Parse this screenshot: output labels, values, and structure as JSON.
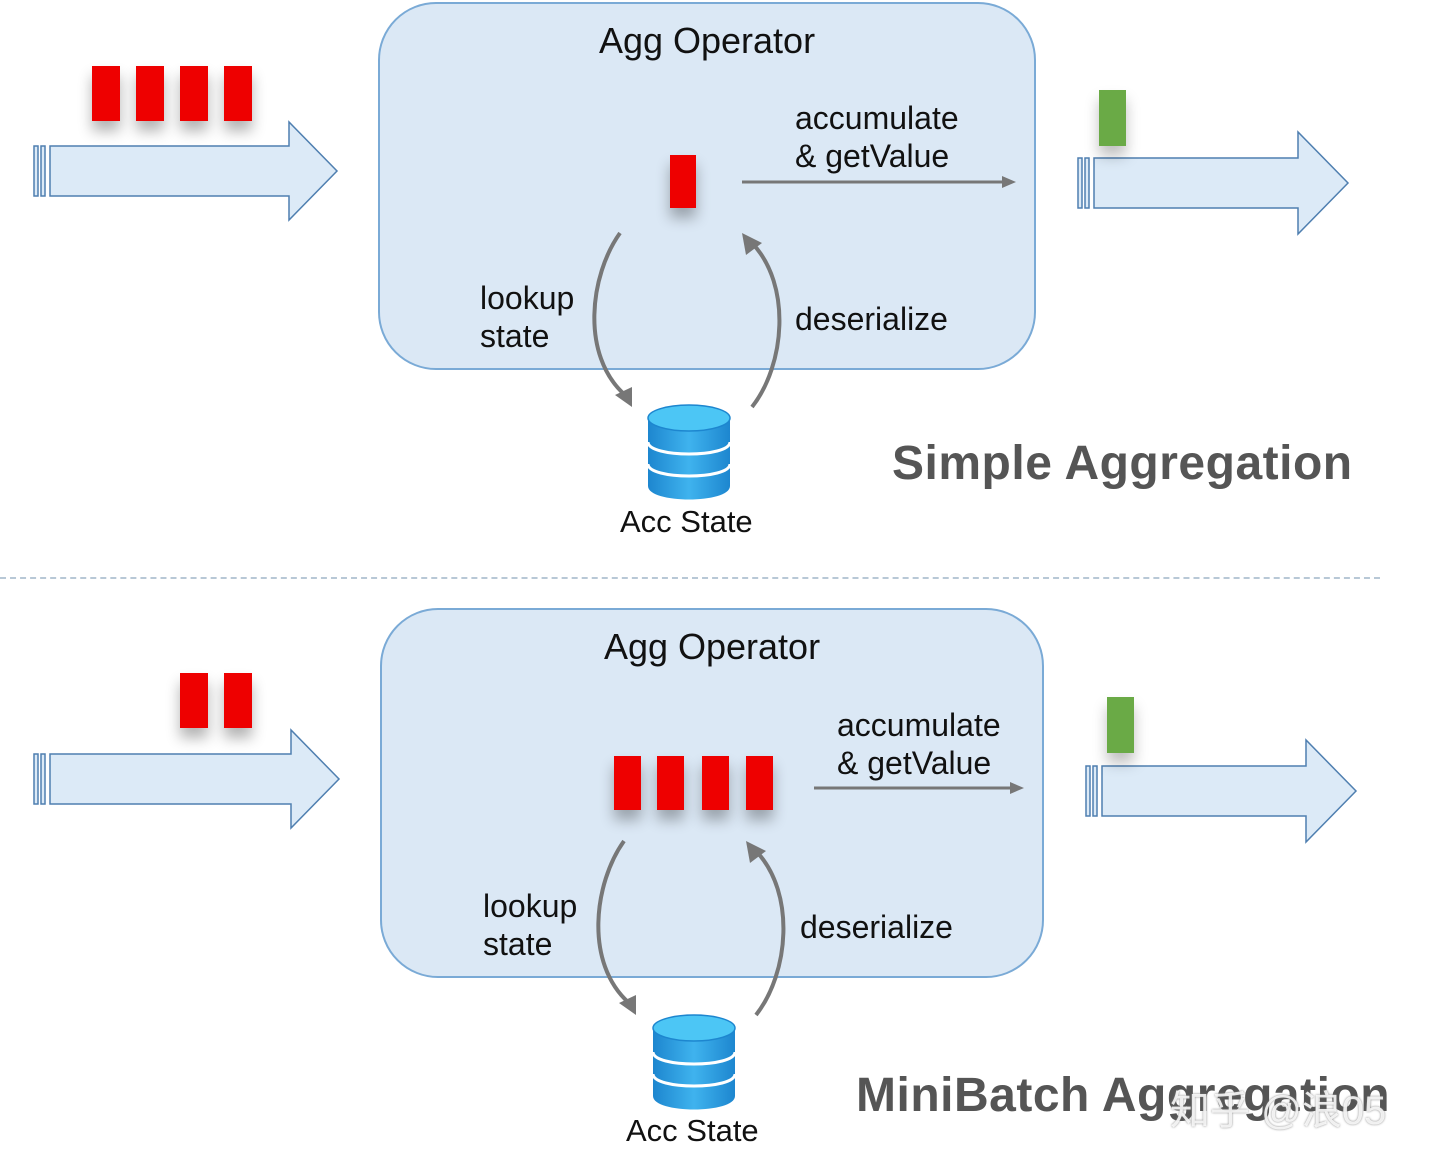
{
  "simple": {
    "title": "Simple Aggregation",
    "operator_title": "Agg Operator",
    "accumulate_line1": "accumulate",
    "accumulate_line2": "& getValue",
    "lookup_line1": "lookup",
    "lookup_line2": "state",
    "deserialize": "deserialize",
    "state_label": "Acc State",
    "input_records": 4,
    "processing_records": 1,
    "output_records": 1
  },
  "minibatch": {
    "title": "MiniBatch Aggregation",
    "operator_title": "Agg Operator",
    "accumulate_line1": "accumulate",
    "accumulate_line2": "& getValue",
    "lookup_line1": "lookup",
    "lookup_line2": "state",
    "deserialize": "deserialize",
    "state_label": "Acc State",
    "input_records": 2,
    "processing_records": 4,
    "output_records": 1
  },
  "watermark": "知乎 @浪05",
  "colors": {
    "record": "#ee0000",
    "output_record": "#6aaa46",
    "operator_fill": "#dbe8f5",
    "operator_border": "#7aaad6",
    "stream_arrow_fill": "#dceaf7",
    "stream_arrow_border": "#4f7fb0",
    "database": "#2a9ee0",
    "flow_arrow": "#777777",
    "title_text": "#555555"
  },
  "icons": [
    "stream-arrow-icon",
    "database-icon",
    "flow-arrow-icon",
    "cycle-arrow-icon"
  ]
}
